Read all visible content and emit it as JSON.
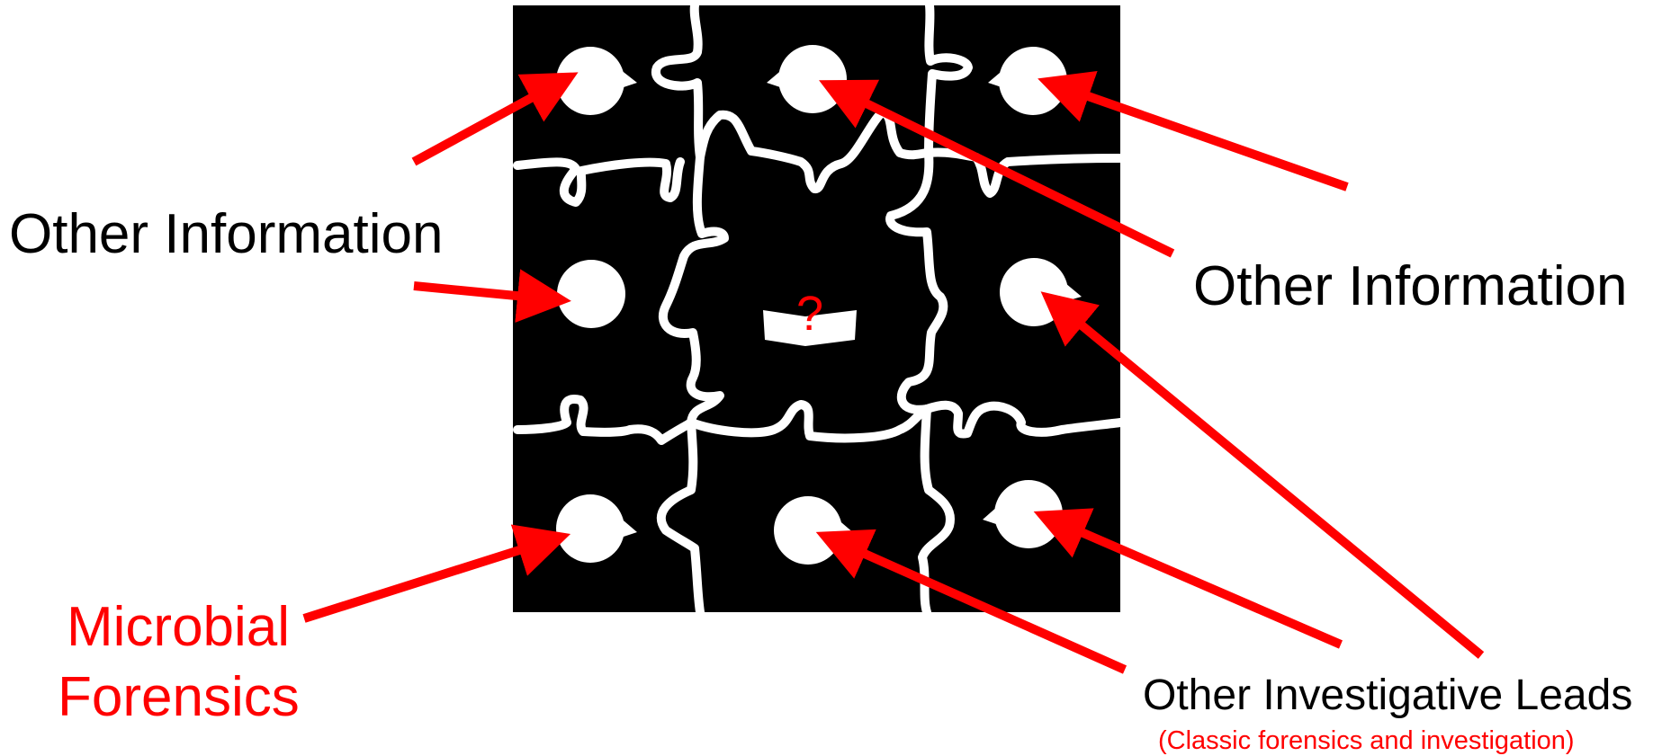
{
  "labels": {
    "left_other_info": "Other Information",
    "right_other_info": "Other Information",
    "microbial_line1": "Microbial",
    "microbial_line2": "Forensics",
    "investigative_leads": "Other Investigative Leads",
    "investigative_sub": "(Classic forensics and investigation)",
    "center_question": "?"
  },
  "colors": {
    "arrow": "#ff0000",
    "puzzle": "#000000",
    "background": "#ffffff",
    "highlight_text": "#ff0000"
  },
  "icons": [
    "speech-bubble-icon",
    "person-reading-icon",
    "puzzle-icon"
  ]
}
